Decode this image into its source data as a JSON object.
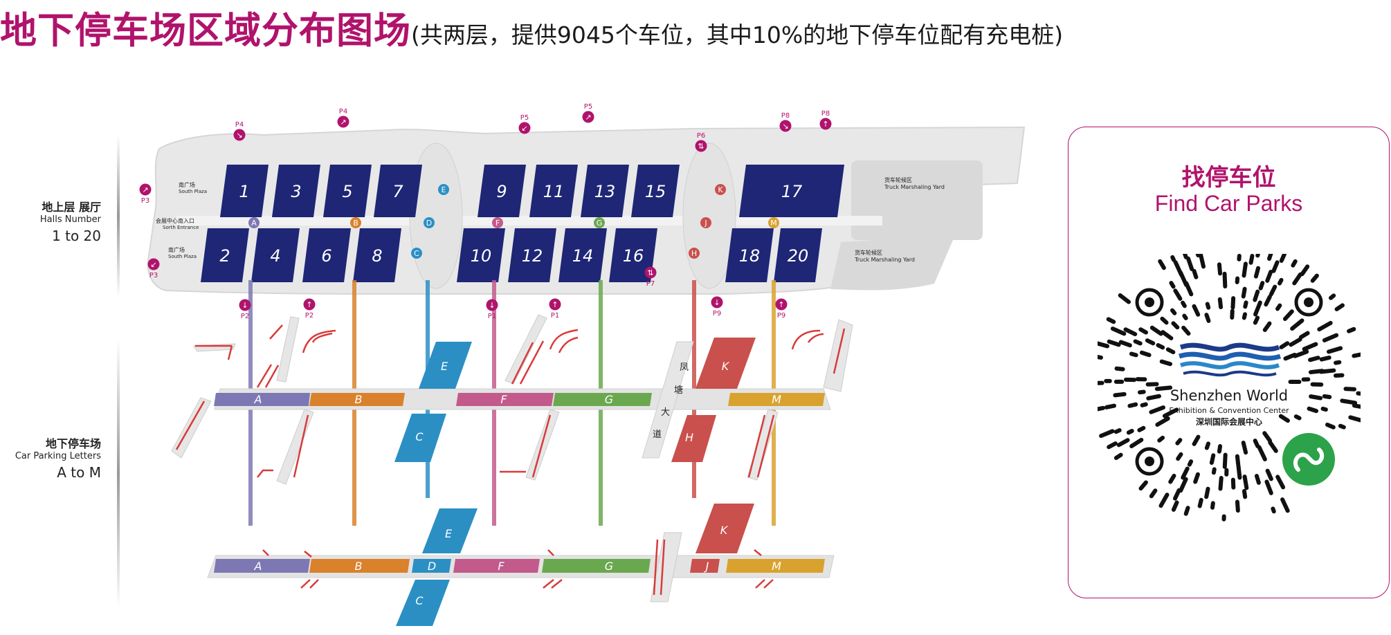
{
  "title": {
    "main": "地下停车场区域分布图场",
    "sub": "(共两层，提供9045个车位，其中10%的地下停车位配有充电桩)"
  },
  "side": {
    "upper": {
      "zh": "地上层 展厅",
      "en": "Halls Number",
      "range": "1 to 20"
    },
    "lower": {
      "zh": "地下停车场",
      "en": "Car Parking Letters",
      "range": "A to M"
    }
  },
  "halls_top": [
    "1",
    "3",
    "5",
    "7",
    "9",
    "11",
    "13",
    "15",
    "17"
  ],
  "halls_bottom": [
    "2",
    "4",
    "6",
    "8",
    "10",
    "12",
    "14",
    "16",
    "18",
    "20"
  ],
  "zone_markers": {
    "A": "A",
    "B": "B",
    "C": "C",
    "D": "D",
    "E": "E",
    "F": "F",
    "G": "G",
    "H": "H",
    "J": "J",
    "K": "K",
    "M": "M"
  },
  "plaza_labels": {
    "south_plaza_zh": "南广场",
    "south_plaza_en": "South Plaza",
    "south_entrance_zh": "会展中心南入口",
    "south_entrance_en": "Sorth Entrance",
    "truck_yard_zh": "货车轮候区",
    "truck_yard_en": "Truck Marshaling Yard"
  },
  "entrances": {
    "p1": "P1",
    "p2": "P2",
    "p3": "P3",
    "p4": "P4",
    "p5": "P5",
    "p6": "P6",
    "p7": "P7",
    "p8": "P8",
    "p9": "P9"
  },
  "road": {
    "c1": "凤",
    "c2": "塘",
    "c3": "大",
    "c4": "道"
  },
  "parking_upper": {
    "A": "A",
    "B": "B",
    "C": "C",
    "E": "E",
    "F": "F",
    "G": "G",
    "H": "H",
    "K": "K",
    "M": "M"
  },
  "parking_lower": {
    "A": "A",
    "B": "B",
    "C": "C",
    "D": "D",
    "E": "E",
    "F": "F",
    "G": "G",
    "J": "J",
    "K": "K",
    "M": "M"
  },
  "qr_card": {
    "heading_zh": "找停车位",
    "heading_en": "Find Car Parks",
    "brand_line1": "Shenzhen World",
    "brand_line2": "Exhibition & Convention Center",
    "brand_line3": "深圳国际会展中心"
  },
  "colors": {
    "brand_magenta": "#b0136c",
    "hall_navy": "#1e2675",
    "zone_A": "#7d78b3",
    "zone_B": "#d9812b",
    "zone_CDE": "#2b8fc4",
    "zone_F": "#c25a8c",
    "zone_G": "#6aa84f",
    "zone_HJK": "#c9504c",
    "zone_M": "#d9a22e",
    "wechat_green": "#2ca24a"
  }
}
